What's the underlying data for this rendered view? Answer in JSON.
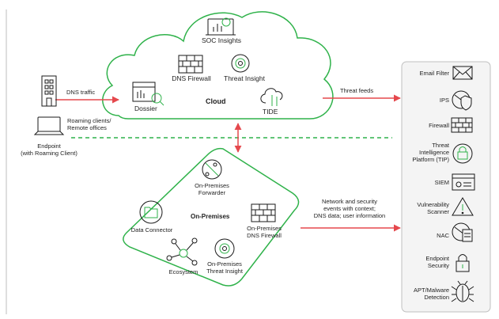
{
  "diagram": {
    "cloud": {
      "title": "Cloud",
      "soc_insights": "SOC Insights",
      "dns_firewall": "DNS Firewall",
      "threat_insight": "Threat Insight",
      "dossier": "Dossier",
      "tide": "TIDE"
    },
    "left": {
      "dns_traffic": "DNS traffic",
      "roaming_line1": "Roaming clients/",
      "roaming_line2": "Remote offices",
      "endpoint_line1": "Endpoint",
      "endpoint_line2": "(with Roaming Client)"
    },
    "threat_feeds": "Threat feeds",
    "network_events": {
      "line1": "Network and security",
      "line2": "events with context;",
      "line3": "DNS data; user information"
    },
    "onprem": {
      "title": "On-Premises",
      "forwarder_line1": "On-Premises",
      "forwarder_line2": "Forwarder",
      "data_connector": "Data Connector",
      "dns_firewall_line1": "On-Premises",
      "dns_firewall_line2": "DNS Firewall",
      "ecosystem": "Ecosystem",
      "threat_insight_line1": "On-Premises",
      "threat_insight_line2": "Threat Insight"
    },
    "panel": {
      "email_filter": "Email Filter",
      "ips": "IPS",
      "firewall": "Firewall",
      "tip_line1": "Threat",
      "tip_line2": "Intelligence",
      "tip_line3": "Platform (TIP)",
      "siem": "SIEM",
      "vuln_line1": "Vulnerability",
      "vuln_line2": "Scanner",
      "nac": "NAC",
      "endpoint_line1": "Endpoint",
      "endpoint_line2": "Security",
      "apt_line1": "APT/Malware",
      "apt_line2": "Detection"
    },
    "colors": {
      "green": "#2fb24a",
      "red": "#e5484d",
      "panel_border": "#bfbfbf",
      "panel_bg": "#f4f4f4",
      "icon": "#1a1a1a"
    }
  }
}
